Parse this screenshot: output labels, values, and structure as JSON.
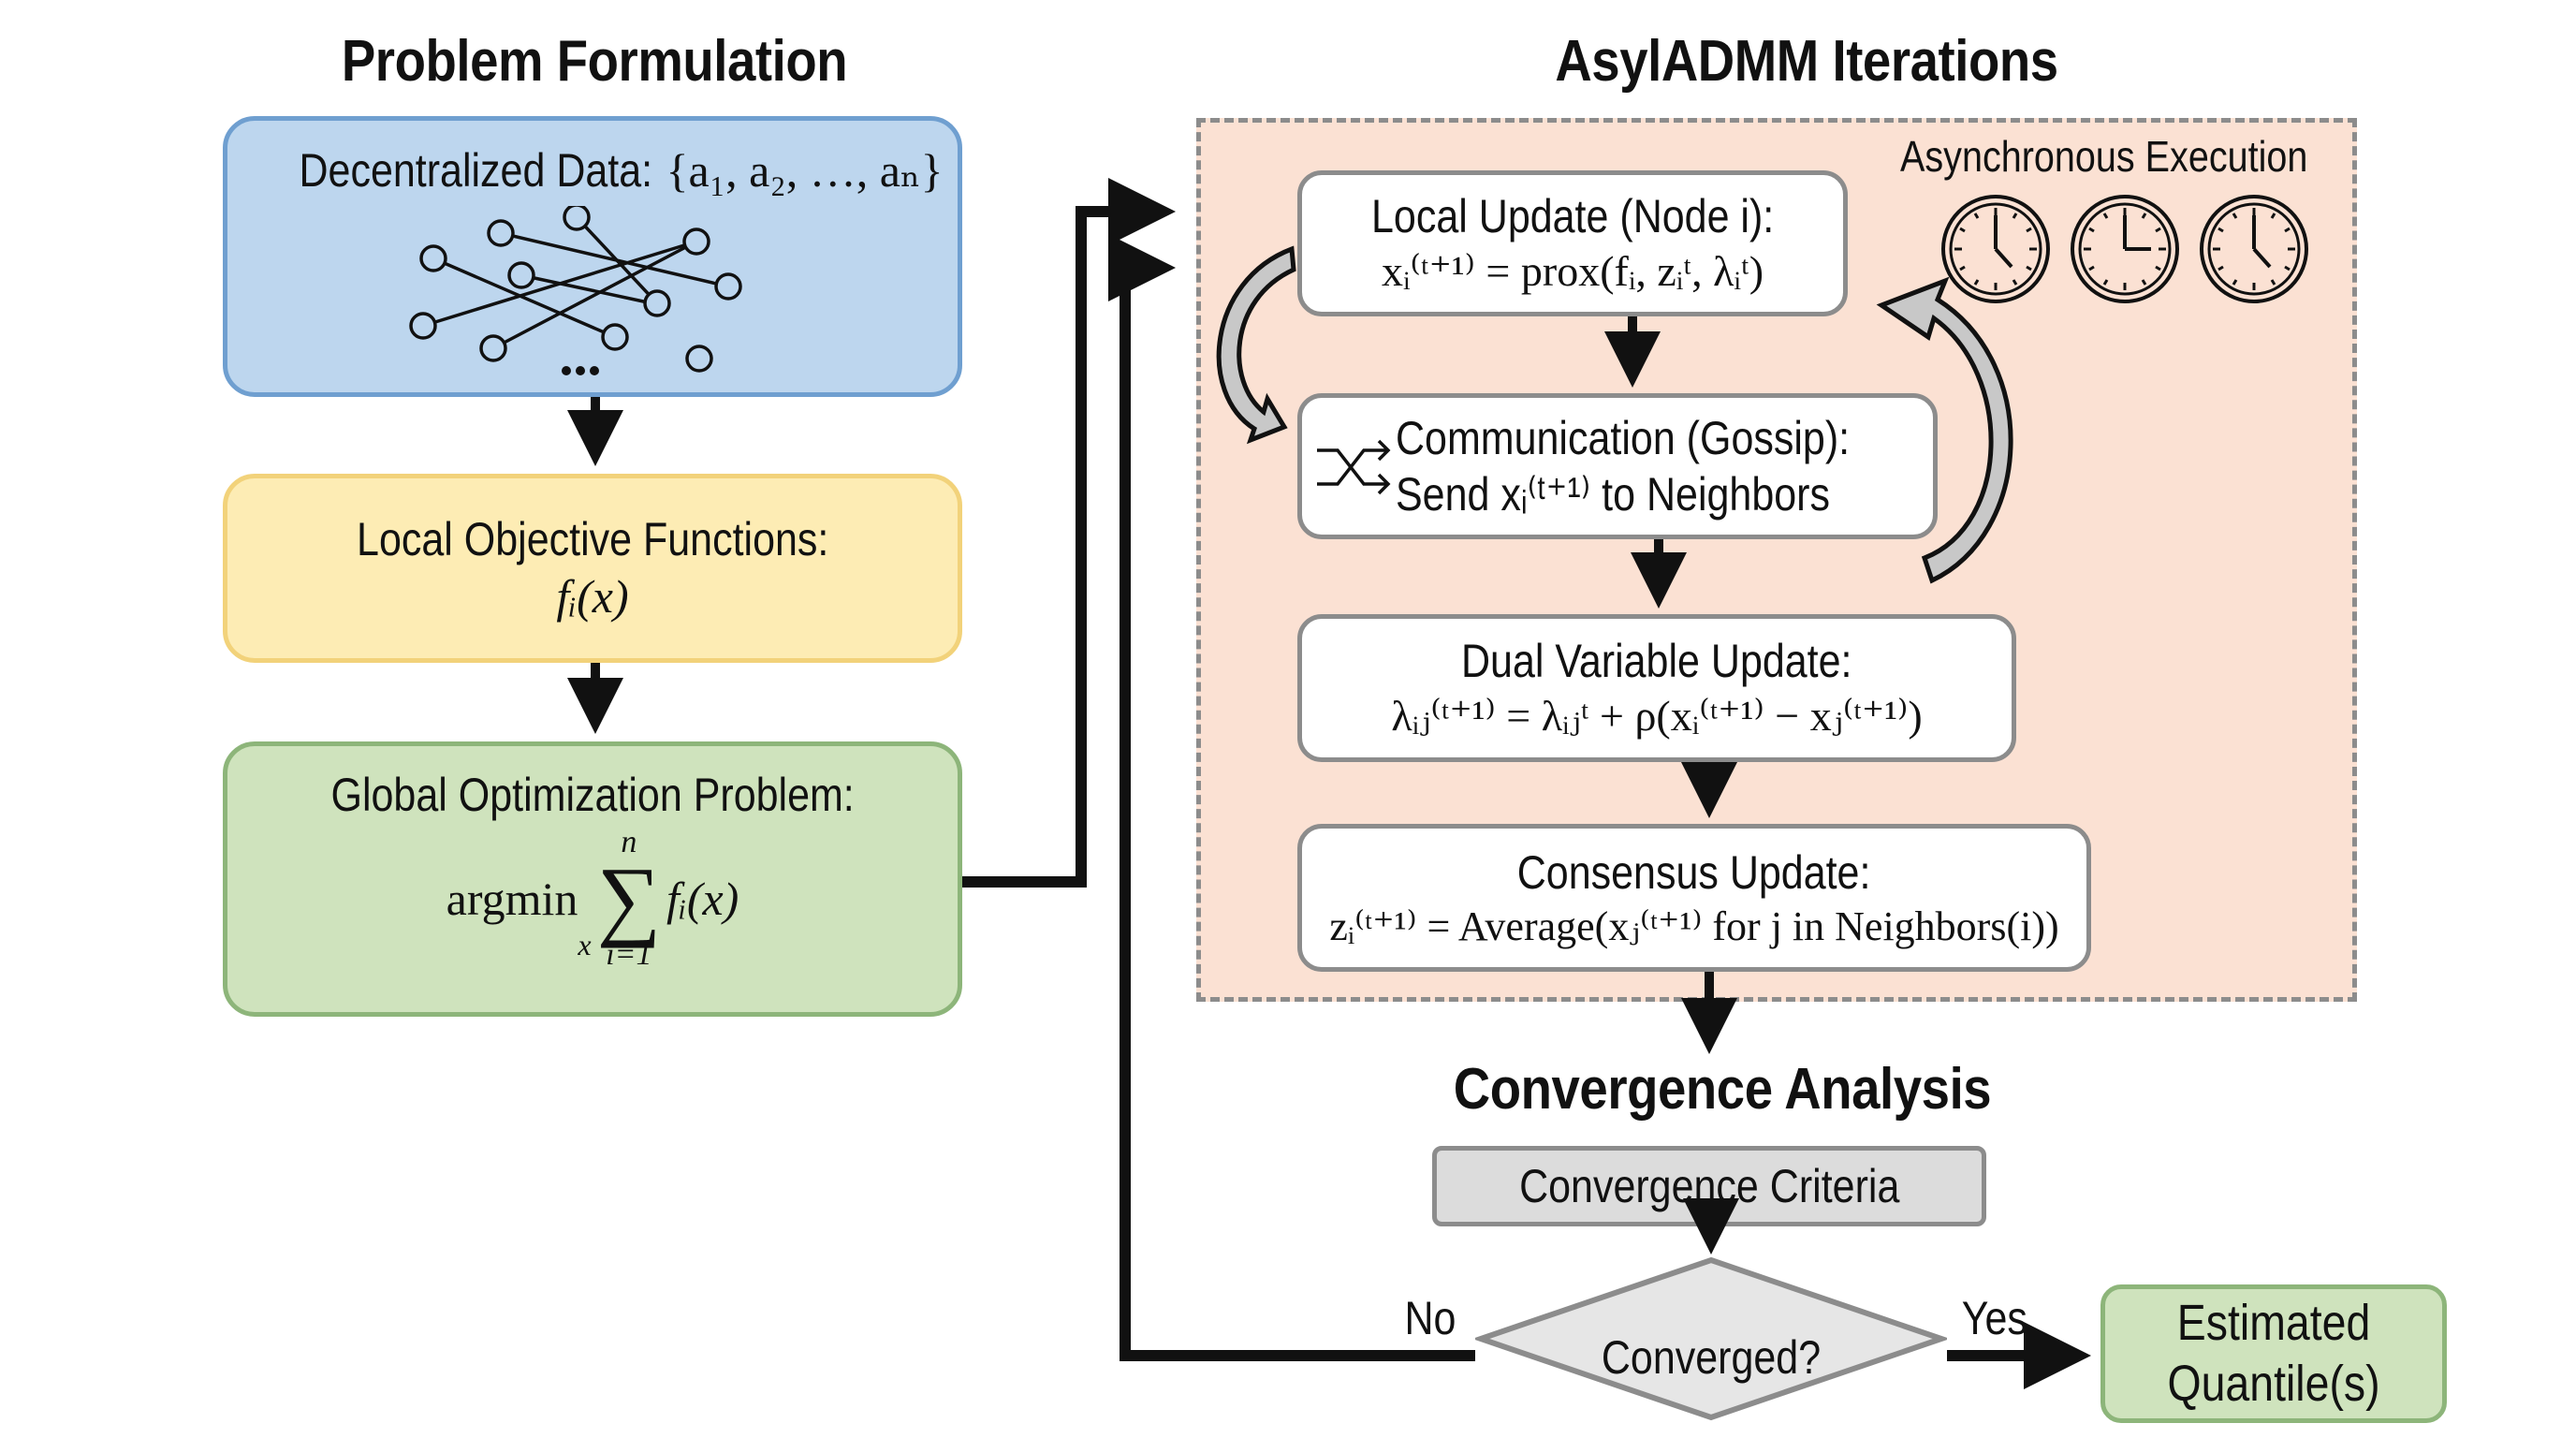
{
  "headings": {
    "left": "Problem Formulation",
    "right": "AsylADMM Iterations",
    "convergence": "Convergence Analysis"
  },
  "problem": {
    "data_box": {
      "label": "Decentralized Data:",
      "math": "{a₁, a₂, …, aₙ}",
      "ellipsis": "…",
      "icon": "network-graph-icon"
    },
    "objective_box": {
      "label": "Local Objective Functions:",
      "math": "fᵢ(x)"
    },
    "global_box": {
      "label": "Global Optimization Problem:",
      "math_prefix": "argmin",
      "math_sub": "x",
      "sum_upper": "n",
      "sum_lower": "i=1",
      "sum_symbol": "∑",
      "math_suffix": "fᵢ(x)"
    }
  },
  "iterations": {
    "async_label": "Asynchronous Execution",
    "clocks": [
      {
        "icon": "clock-icon",
        "time": "5:00"
      },
      {
        "icon": "clock-icon",
        "time": "3:00"
      },
      {
        "icon": "clock-icon",
        "time": "5:00"
      }
    ],
    "local_update": {
      "label": "Local Update (Node i):",
      "math": "xᵢ⁽ᵗ⁺¹⁾ = prox(fᵢ, zᵢᵗ, λᵢᵗ)"
    },
    "communication": {
      "label": "Communication (Gossip):",
      "line2": "Send xᵢ⁽ᵗ⁺¹⁾ to Neighbors",
      "icon": "shuffle-icon"
    },
    "dual_update": {
      "label": "Dual Variable Update:",
      "math": "λᵢⱼ⁽ᵗ⁺¹⁾ = λᵢⱼᵗ + ρ(xᵢ⁽ᵗ⁺¹⁾ − xⱼ⁽ᵗ⁺¹⁾)"
    },
    "consensus_update": {
      "label": "Consensus Update:",
      "math": "zᵢ⁽ᵗ⁺¹⁾ = Average(xⱼ⁽ᵗ⁺¹⁾ for j in Neighbors(i))"
    }
  },
  "convergence": {
    "criteria_label": "Convergence Criteria",
    "decision_label": "Converged?",
    "no_label": "No",
    "yes_label": "Yes",
    "output_line1": "Estimated",
    "output_line2": "Quantile(s)"
  },
  "colors": {
    "data_fill": "#bdd6ee",
    "objective_fill": "#fdecb4",
    "global_fill": "#cfe3bd",
    "iteration_region": "#fbe1d3",
    "criteria_fill": "#dcdcdc",
    "output_fill": "#cfe3bd"
  }
}
